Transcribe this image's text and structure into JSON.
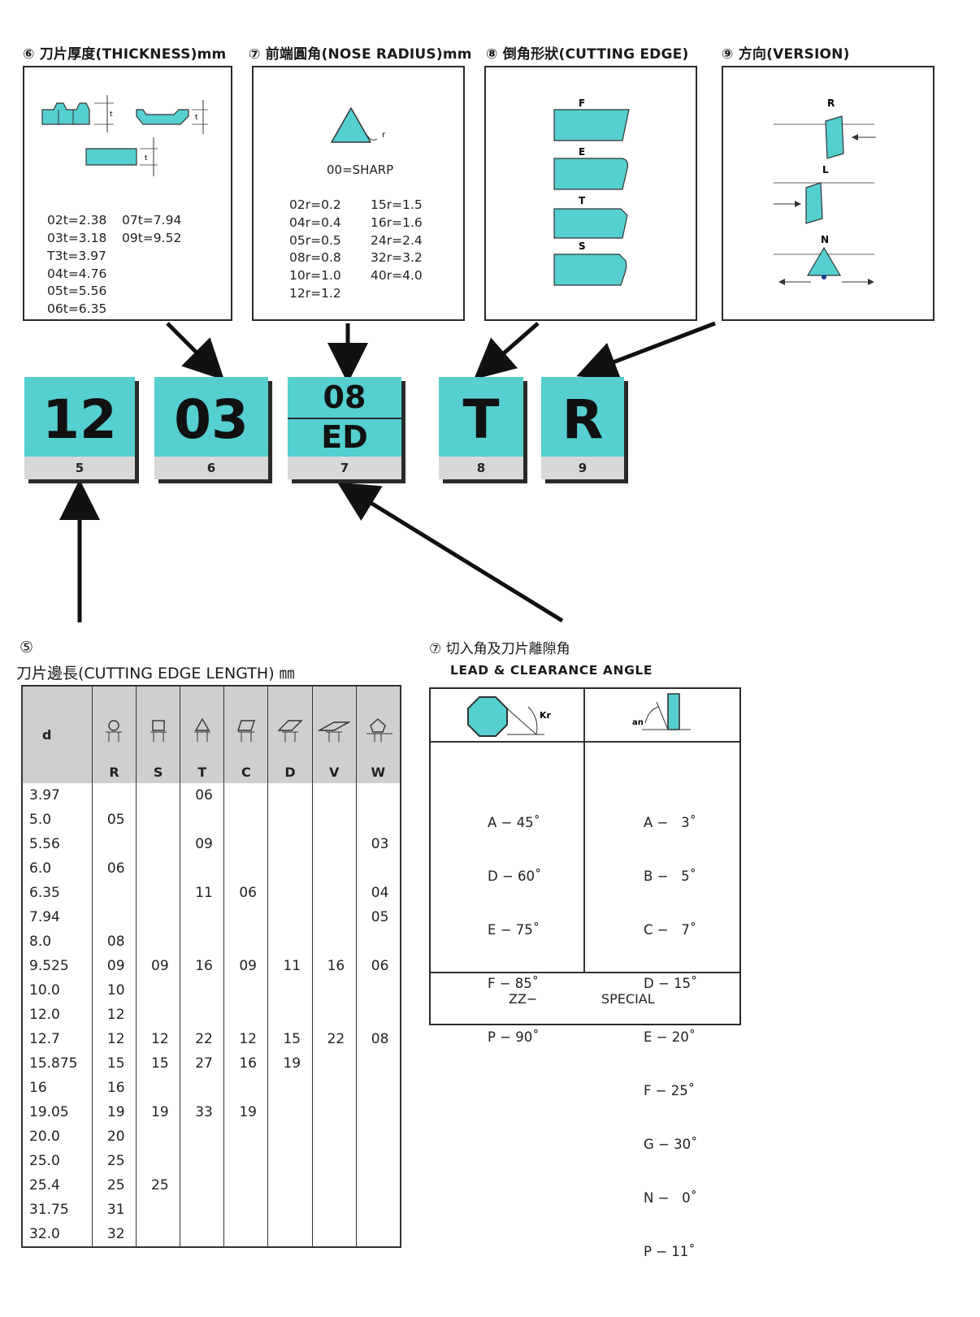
{
  "thickness": {
    "title": "⑥ 刀片厚度(THICKNESS)mm",
    "values": [
      "02t=2.38",
      "03t=3.18",
      "T3t=3.97",
      "04t=4.76",
      "05t=5.56",
      "06t=6.35",
      "07t=7.94",
      "09t=9.52"
    ]
  },
  "nose_radius": {
    "title": "⑦ 前端圓角(NOSE RADIUS)mm",
    "sharp": "00=SHARP",
    "r_label": "r",
    "values": [
      "02r=0.2",
      "04r=0.4",
      "05r=0.5",
      "08r=0.8",
      "10r=1.0",
      "12r=1.2",
      "15r=1.5",
      "16r=1.6",
      "24r=2.4",
      "32r=3.2",
      "40r=4.0"
    ]
  },
  "cutting_edge": {
    "title": "⑧ 倒角形狀(CUTTING EDGE)",
    "labels": [
      "F",
      "E",
      "T",
      "S"
    ]
  },
  "version": {
    "title": "⑨ 方向(VERSION)",
    "labels": [
      "R",
      "L",
      "N"
    ]
  },
  "code": {
    "boxes": [
      {
        "value": "12",
        "num": "5"
      },
      {
        "value": "03",
        "num": "6"
      },
      {
        "value_top": "08",
        "value_bottom": "ED",
        "num": "7"
      },
      {
        "value": "T",
        "num": "8"
      },
      {
        "value": "R",
        "num": "9"
      }
    ]
  },
  "edge_length": {
    "circled": "⑤",
    "title": "刀片邊長(CUTTING EDGE LENGTH) ㎜",
    "col_d": "d",
    "columns": [
      "R",
      "S",
      "T",
      "C",
      "D",
      "V",
      "W"
    ],
    "rows": [
      [
        "3.97",
        "",
        "",
        "06",
        "",
        "",
        "",
        ""
      ],
      [
        "5.0",
        "05",
        "",
        "",
        "",
        "",
        "",
        ""
      ],
      [
        "5.56",
        "",
        "",
        "09",
        "",
        "",
        "",
        "03"
      ],
      [
        "6.0",
        "06",
        "",
        "",
        "",
        "",
        "",
        ""
      ],
      [
        "6.35",
        "",
        "",
        "11",
        "06",
        "",
        "",
        "04"
      ],
      [
        "7.94",
        "",
        "",
        "",
        "",
        "",
        "",
        "05"
      ],
      [
        "8.0",
        "08",
        "",
        "",
        "",
        "",
        "",
        ""
      ],
      [
        "9.525",
        "09",
        "09",
        "16",
        "09",
        "11",
        "16",
        "06"
      ],
      [
        "10.0",
        "10",
        "",
        "",
        "",
        "",
        "",
        ""
      ],
      [
        "12.0",
        "12",
        "",
        "",
        "",
        "",
        "",
        ""
      ],
      [
        "12.7",
        "12",
        "12",
        "22",
        "12",
        "15",
        "22",
        "08"
      ],
      [
        "15.875",
        "15",
        "15",
        "27",
        "16",
        "19",
        "",
        ""
      ],
      [
        "16",
        "16",
        "",
        "",
        "",
        "",
        "",
        ""
      ],
      [
        "19.05",
        "19",
        "19",
        "33",
        "19",
        "",
        "",
        ""
      ],
      [
        "20.0",
        "20",
        "",
        "",
        "",
        "",
        "",
        ""
      ],
      [
        "25.0",
        "25",
        "",
        "",
        "",
        "",
        "",
        ""
      ],
      [
        "25.4",
        "25",
        "25",
        "",
        "",
        "",
        "",
        ""
      ],
      [
        "31.75",
        "31",
        "",
        "",
        "",
        "",
        "",
        ""
      ],
      [
        "32.0",
        "32",
        "",
        "",
        "",
        "",
        "",
        ""
      ]
    ]
  },
  "lead_clearance": {
    "title": "⑦ 切入角及刀片離隙角",
    "subtitle": "LEAD & CLEARANCE ANGLE",
    "kr_label": "Kr",
    "an_label": "an",
    "lead_angles": [
      "A − 45˚",
      "D − 60˚",
      "E − 75˚",
      "F − 85˚",
      "P − 90˚"
    ],
    "clearance_angles": [
      "A −   3˚",
      "B −   5˚",
      "C −   7˚",
      "D − 15˚",
      "E − 20˚",
      "F − 25˚",
      "G − 30˚",
      "N −   0˚",
      "P − 11˚"
    ],
    "special_code": "ZZ−",
    "special_label": "SPECIAL"
  },
  "colors": {
    "accent": "#55cfd0",
    "label_gray": "#d8d8d8",
    "header_gray": "#cfcfcf"
  }
}
